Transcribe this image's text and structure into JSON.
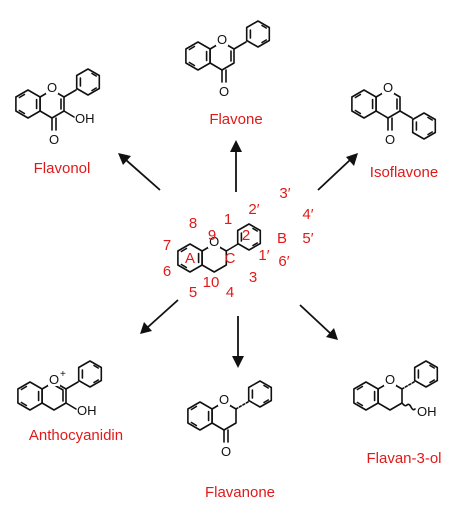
{
  "compounds": {
    "flavone": "Flavone",
    "flavonol": "Flavonol",
    "isoflavone": "Isoflavone",
    "anthocyanidin": "Anthocyanidin",
    "flavanone": "Flavanone",
    "flavan3ol": "Flavan-3-ol"
  },
  "core": {
    "positions": [
      "1",
      "2",
      "3",
      "4",
      "5",
      "6",
      "7",
      "8",
      "9",
      "10",
      "2′",
      "3′",
      "4′",
      "5′",
      "6′",
      "1′"
    ],
    "rings": [
      "A",
      "B",
      "C"
    ]
  },
  "atoms": {
    "oxygen": "O",
    "oxonium": "O",
    "plus": "+",
    "hydroxyl": "OH"
  },
  "colors": {
    "label": "#e01a1a",
    "structure": "#111111"
  }
}
